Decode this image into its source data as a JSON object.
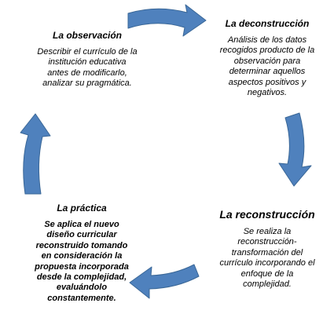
{
  "stages": [
    {
      "id": "observacion",
      "title": "La observación",
      "text": "Describir el currículo de la institución educativa antes de modificarlo, analizar su pragmática."
    },
    {
      "id": "deconstruccion",
      "title": "La deconstrucción",
      "text": "Análisis de los datos recogidos producto de la observación para determinar aquellos aspectos positivos y negativos."
    },
    {
      "id": "reconstruccion",
      "title": "La reconstrucción",
      "text": "Se realiza la reconstrucción-transformación del currículo incorporando el enfoque de la complejidad."
    },
    {
      "id": "practica",
      "title": "La práctica",
      "text": "Se aplica el nuevo diseño curricular reconstruido tomando en consideración la propuesta incorporada desde la complejidad, evaluándolo constantemente."
    }
  ],
  "colors": {
    "arrow_fill": "#4f81bd",
    "arrow_stroke": "#3a6797"
  }
}
